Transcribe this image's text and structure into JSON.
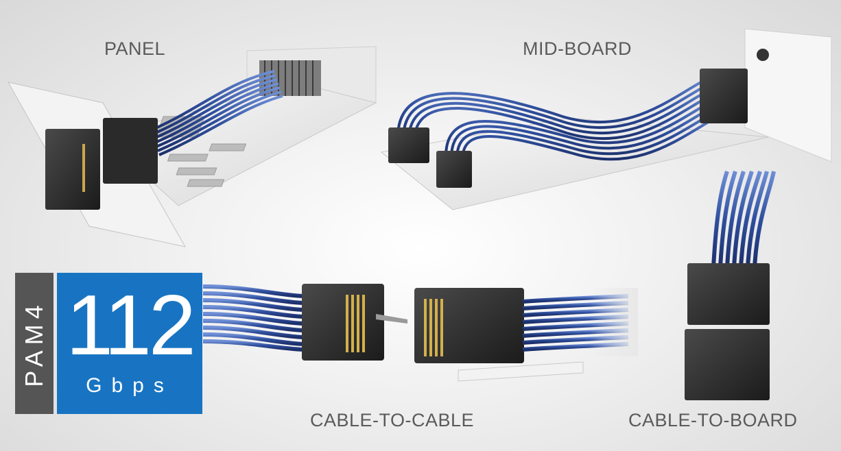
{
  "labels": {
    "panel": "PANEL",
    "mid_board": "MID-BOARD",
    "cable_to_cable": "CABLE-TO-CABLE",
    "cable_to_board": "CABLE-TO-BOARD"
  },
  "badge": {
    "modulation": "PAM4",
    "speed": "112",
    "unit": "Gbps"
  },
  "colors": {
    "cable_blue": "#2f4f9e",
    "badge_blue": "#1874c2",
    "badge_gray": "#555555",
    "label_gray": "#5a5a5a"
  }
}
